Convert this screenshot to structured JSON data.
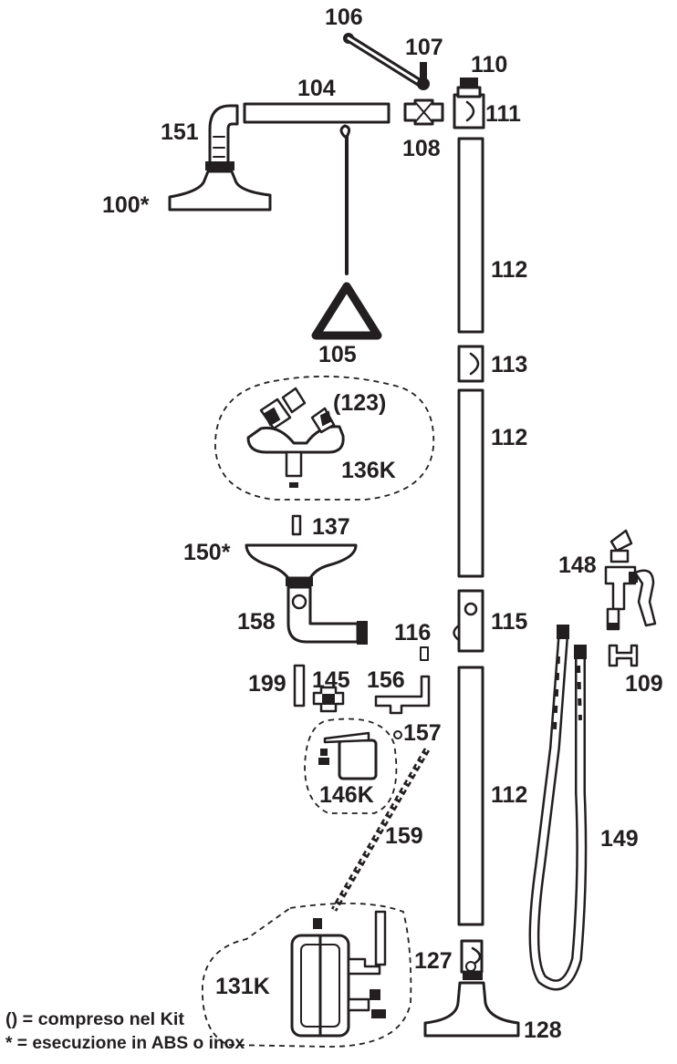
{
  "labels": {
    "p106": "106",
    "p107": "107",
    "p110": "110",
    "p104": "104",
    "p111": "111",
    "p151": "151",
    "p108": "108",
    "p100": "100*",
    "p112a": "112",
    "p105": "105",
    "p113": "113",
    "p123": "(123)",
    "p112b": "112",
    "p136k": "136K",
    "p137": "137",
    "p150": "150*",
    "p148": "148",
    "p158": "158",
    "p116": "116",
    "p115": "115",
    "p199": "199",
    "p145": "145",
    "p156": "156",
    "p109": "109",
    "p157": "157",
    "p146k": "146K",
    "p112c": "112",
    "p159": "159",
    "p149": "149",
    "p127": "127",
    "p131k": "131K",
    "p128": "128"
  },
  "legend": {
    "kit_note": "() = compreso nel Kit",
    "material_note": "* = esecuzione in ABS o inox"
  },
  "colors": {
    "ink": "#231f20",
    "background": "#ffffff"
  }
}
